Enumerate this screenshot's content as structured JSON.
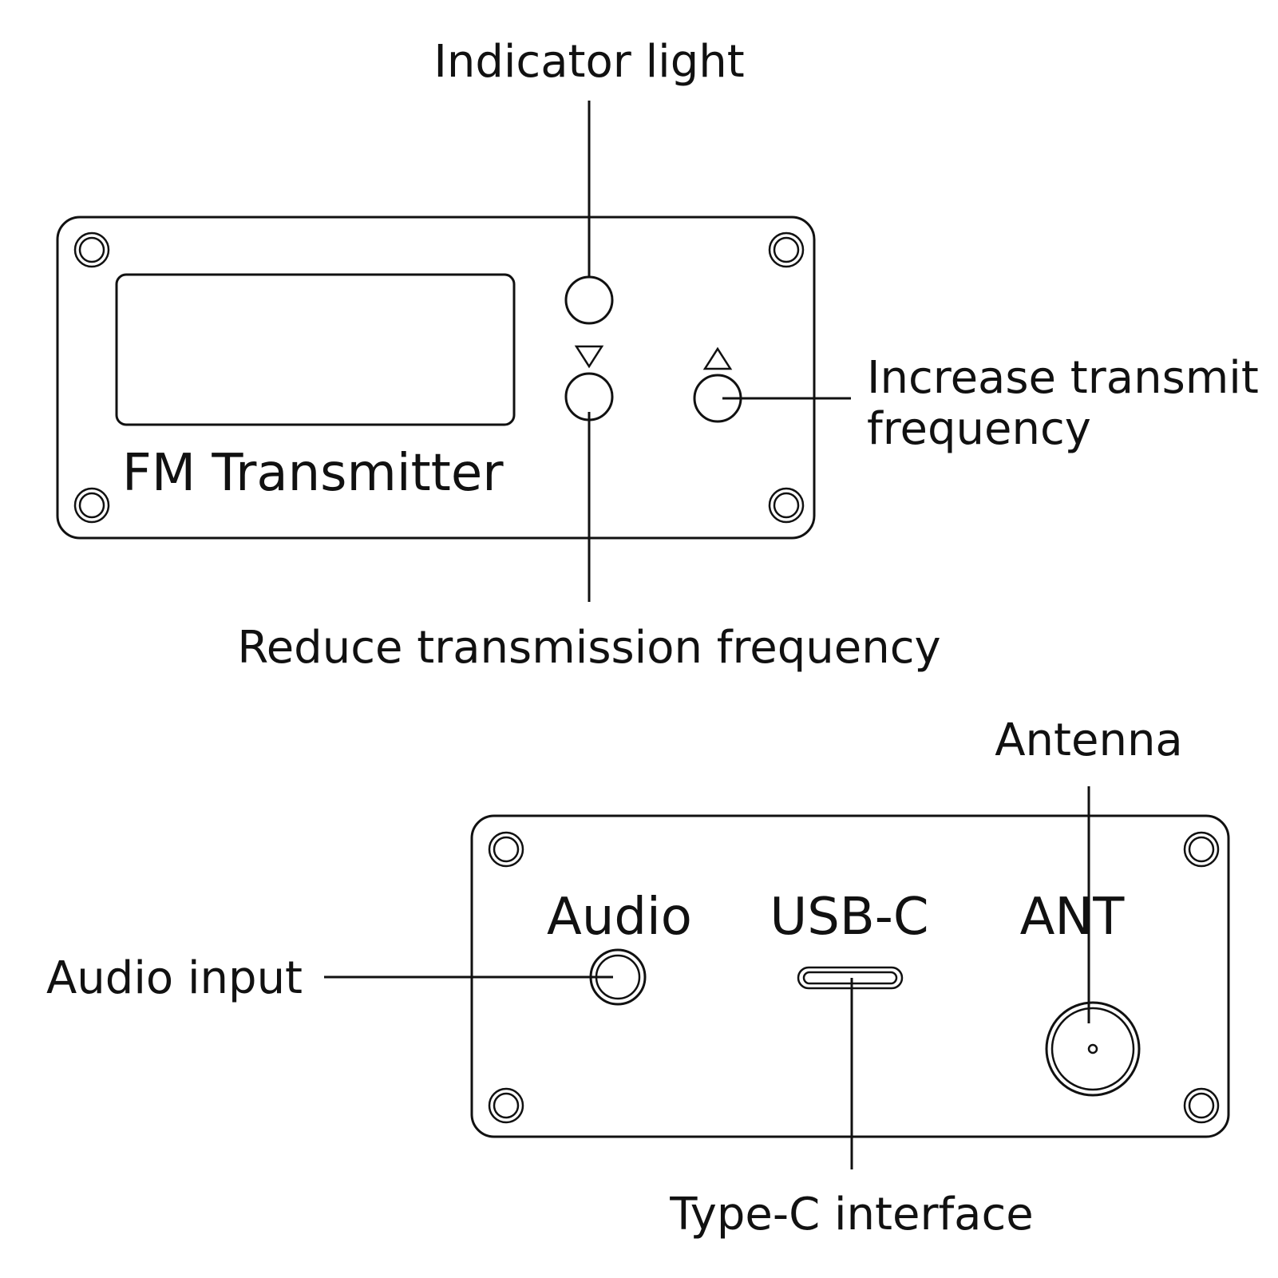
{
  "callouts": {
    "indicator_light": "Indicator light",
    "increase_line1": "Increase transmit",
    "increase_line2": "frequency",
    "reduce": "Reduce transmission frequency",
    "antenna": "Antenna",
    "audio_input": "Audio input",
    "type_c": "Type-C interface"
  },
  "front_panel": {
    "label": "FM Transmitter",
    "down_symbol": "▽",
    "up_symbol": "△"
  },
  "back_panel": {
    "audio_label": "Audio",
    "usb_label": "USB-C",
    "ant_label": "ANT"
  },
  "colors": {
    "line": "#111111",
    "background": "#ffffff"
  }
}
